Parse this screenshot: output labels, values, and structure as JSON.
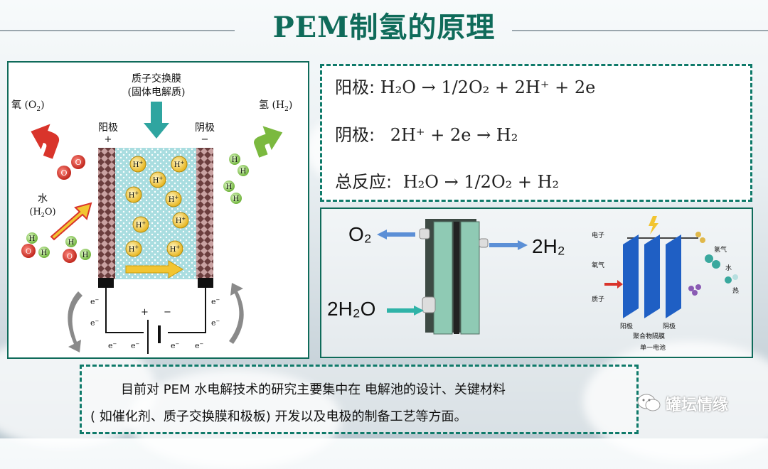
{
  "title": "PEM制氢的原理",
  "diagram": {
    "membrane_label_1": "质子交换膜",
    "membrane_label_2": "(固体电解质)",
    "oxygen_label": "氧 (O",
    "oxygen_sub": "2",
    "oxygen_close": ")",
    "hydrogen_label": "氢 (H",
    "hydrogen_sub": "2",
    "hydrogen_close": ")",
    "anode": "阳极",
    "anode_sign": "+",
    "cathode": "阴极",
    "cathode_sign": "−",
    "water": "水",
    "water_formula": "(H",
    "water_sub": "2",
    "water_close": "O)",
    "proton": "H",
    "proton_sup": "+",
    "oxygen_atom": "O",
    "hydrogen_atom": "H",
    "electron": "e",
    "electron_sup": "−",
    "battery_plus": "+",
    "battery_minus": "−"
  },
  "equations": {
    "anode_label": "阳极:",
    "anode_expr": "H₂O → 1/2O₂ + 2H⁺ + 2e",
    "cathode_label": "阴极:",
    "cathode_expr": "2H⁺ + 2e → H₂",
    "total_label": "总反应:",
    "total_expr": "H₂O → 1/2O₂ + H₂"
  },
  "cell_image": {
    "o2": "O₂",
    "h2": "2H₂",
    "h2o": "2H₂O",
    "electron": "电子",
    "oxygen": "氧气",
    "proton": "质子",
    "hydrogen": "氢气",
    "water": "水",
    "heat": "热",
    "anode": "阳极",
    "cathode": "阴极",
    "membrane": "聚合物隔膜",
    "single_cell": "单一电池"
  },
  "note": {
    "line1": "目前对 PEM 水电解技术的研究主要集中在 电解池的设计、关键材料",
    "line2": "( 如催化剂、质子交换膜和极板) 开发以及电极的制备工艺等方面。"
  },
  "watermark": "罐坛情缘",
  "colors": {
    "accent": "#0f6b5a",
    "dashed_border": "#0f7a6a",
    "arrow_red": "#d9342b",
    "arrow_green": "#7bb93f",
    "arrow_teal": "#2fa5a0",
    "proton_yellow": "#f2c531",
    "membrane_blue": "#a9dde0"
  }
}
